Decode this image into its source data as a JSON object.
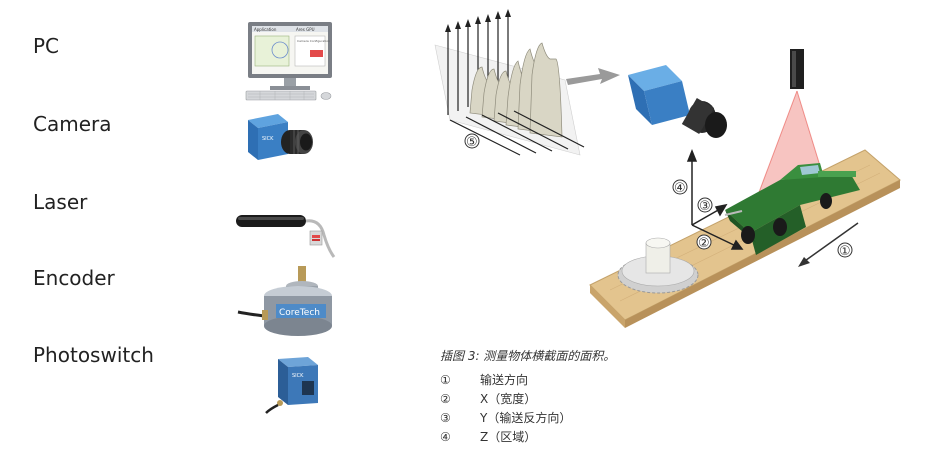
{
  "components": [
    {
      "label": "PC"
    },
    {
      "label": "Camera"
    },
    {
      "label": "Laser"
    },
    {
      "label": "Encoder"
    },
    {
      "label": "Photoswitch"
    }
  ],
  "pc_screen": {
    "left": "Application",
    "right": "Ares GPU",
    "right_sub": "Camera Configuration"
  },
  "encoder_brand": "CoreTech",
  "camera_brand": "SICK",
  "photoswitch_brand": "SICK",
  "diagram": {
    "caption": "插图 3: 测量物体横截面的面积。",
    "legend": [
      {
        "num": "①",
        "text": "输送方向"
      },
      {
        "num": "②",
        "text": "X（宽度）"
      },
      {
        "num": "③",
        "text": "Y（输送反方向）"
      },
      {
        "num": "④",
        "text": "Z（区域）"
      }
    ],
    "markers": {
      "m1": "①",
      "m2": "②",
      "m3": "③",
      "m4": "④",
      "m5": "⑤"
    }
  },
  "colors": {
    "camera_blue": "#3a7fc4",
    "car_green": "#2f7a33",
    "board_wood": "#e3c48e",
    "laser_red": "#e8554e"
  }
}
